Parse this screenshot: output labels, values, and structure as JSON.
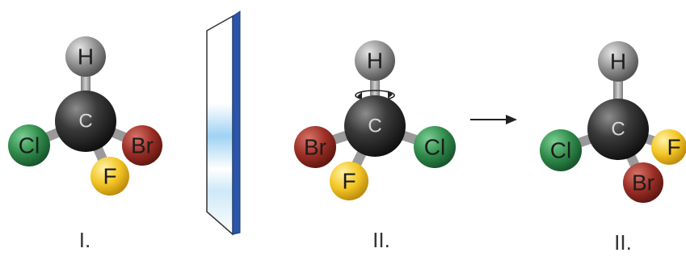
{
  "colors": {
    "carbon": "#2b2b2b",
    "hydrogen": "#8a8a8a",
    "chlorine": "#2f8a4a",
    "bromine": "#9b2e25",
    "fluorine": "#f3c524",
    "bond": "#a9a9a9",
    "mirror_edge": "#2a55a8",
    "mirror_tint": "#bfe0f6"
  },
  "molecules": [
    {
      "caption": "I.",
      "center": "C",
      "atoms": {
        "top": "H",
        "left": "Cl",
        "right": "Br",
        "bottom": "F"
      }
    },
    {
      "caption": "II.",
      "center": "C",
      "atoms": {
        "top": "H",
        "left": "Br",
        "right": "Cl",
        "bottom": "F"
      },
      "rotation_icon": "rotation-arrow-icon"
    },
    {
      "caption": "II.",
      "center": "C",
      "atoms": {
        "top": "H",
        "left": "Cl",
        "right": "F",
        "bottom": "Br"
      }
    }
  ],
  "icons": [
    "mirror-plane-icon",
    "rotation-arrow-icon",
    "right-arrow-icon"
  ]
}
